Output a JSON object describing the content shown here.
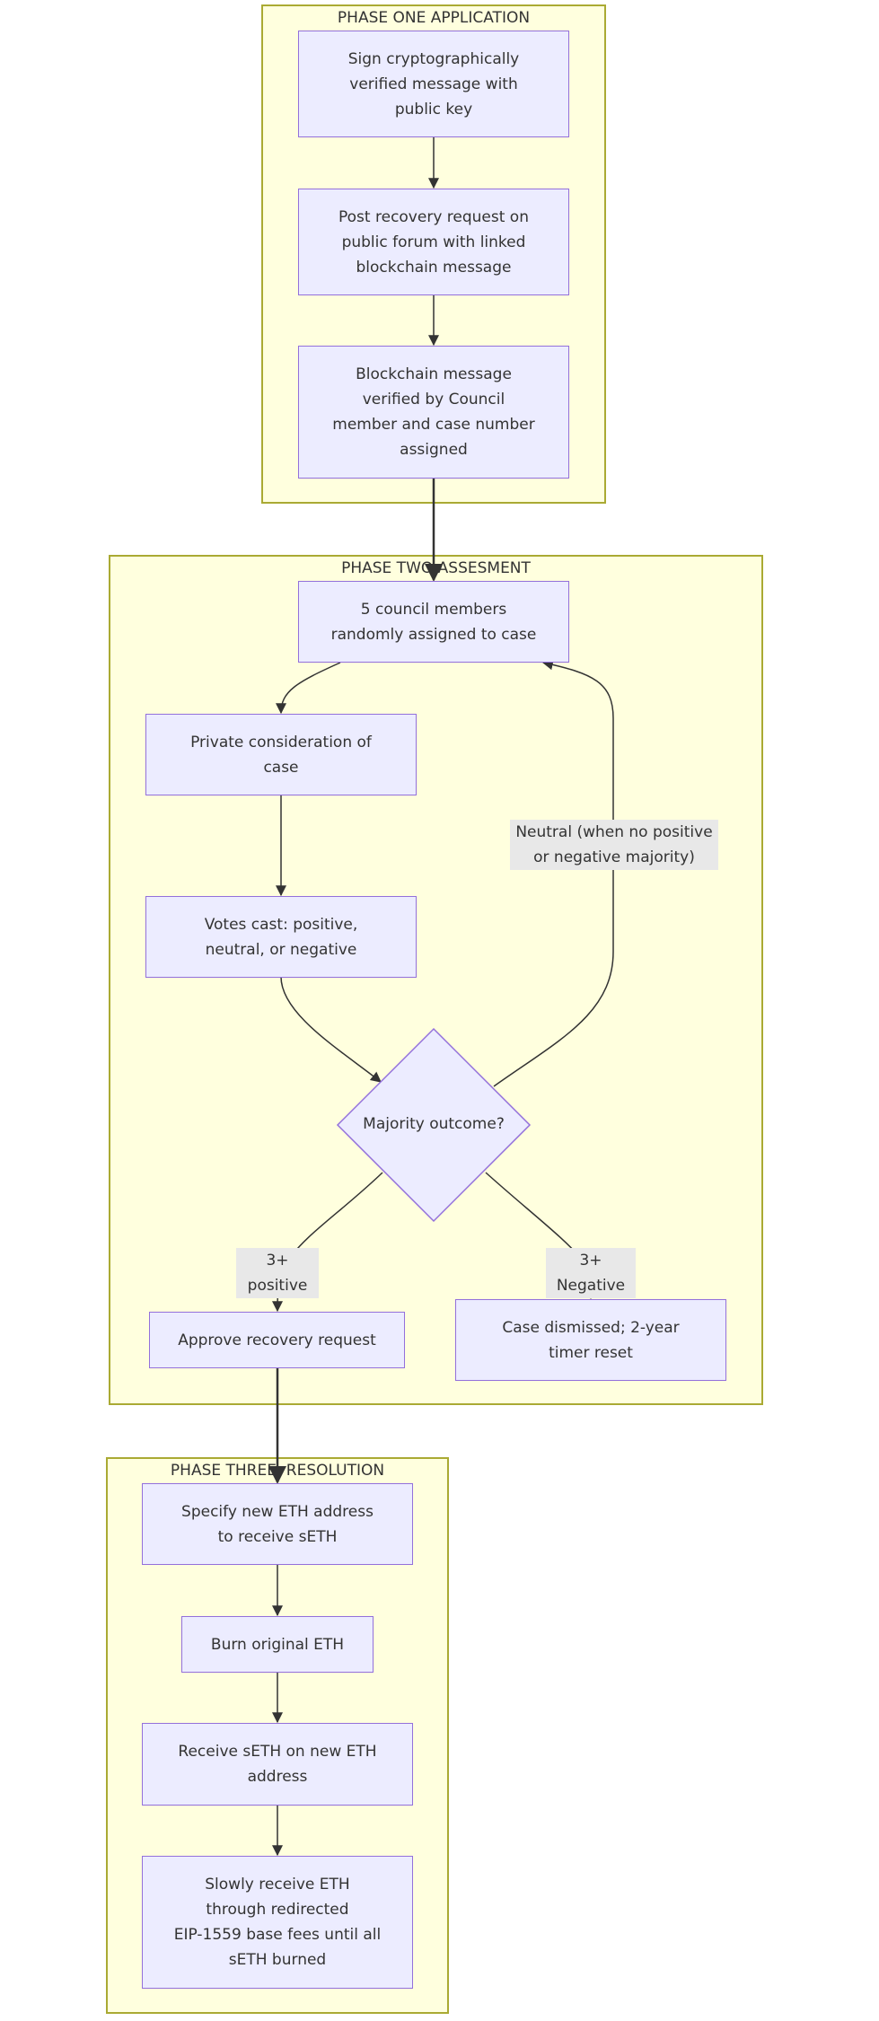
{
  "clusters": {
    "phase_one": "PHASE ONE APPLICATION",
    "phase_two": "PHASE TWO ASSESMENT",
    "phase_three": "PHASE THREE, RESOLUTION"
  },
  "nodes": {
    "sign_message": "Sign cryptographically\nverified message with\npublic key",
    "post_request": "Post recovery request on\npublic forum with linked\nblockchain message",
    "verified": "Blockchain message\nverified by Council\nmember and case number\nassigned",
    "assign_council": "5 council members\nrandomly assigned to case",
    "private_consideration": "Private consideration of\ncase",
    "votes_cast": "Votes cast: positive,\nneutral, or negative",
    "majority_outcome": "Majority outcome?",
    "approve": "Approve recovery request",
    "dismissed": "Case dismissed; 2-year\ntimer reset",
    "specify_address": "Specify new ETH address\nto receive sETH",
    "burn_eth": "Burn original ETH",
    "receive_seth": "Receive sETH on new ETH\naddress",
    "slowly_receive": "Slowly receive ETH\nthrough redirected\nEIP-1559 base fees until all\nsETH burned"
  },
  "edge_labels": {
    "neutral": "Neutral (when no positive\nor negative majority)",
    "positive": "3+ positive",
    "negative": "3+ Negative"
  },
  "colors": {
    "cluster_fill": "#ffffde",
    "cluster_border": "#aaaa33",
    "node_fill": "#ececff",
    "node_border": "#9370db",
    "edge": "#333333",
    "label_bg": "#e8e8e8"
  }
}
